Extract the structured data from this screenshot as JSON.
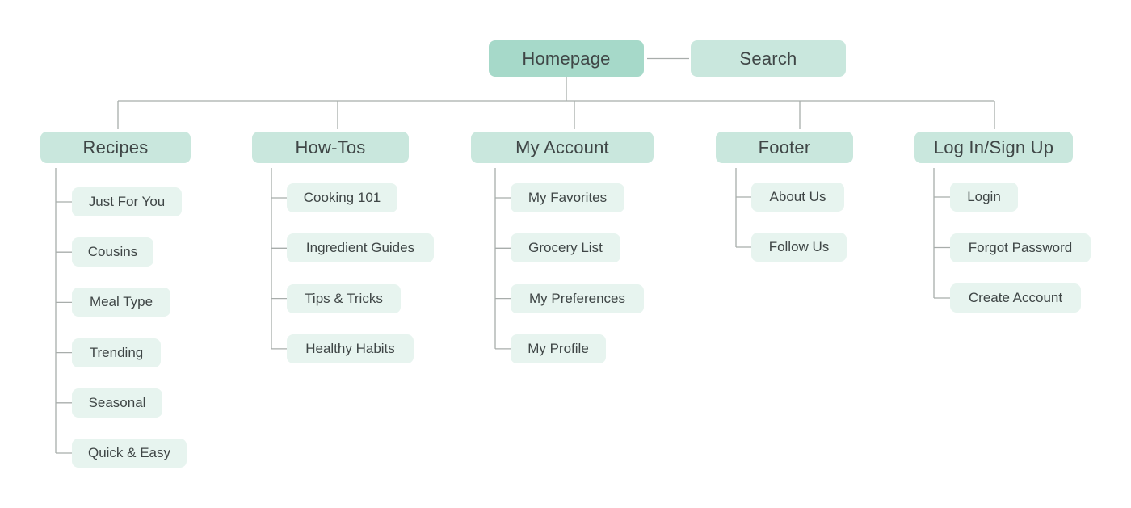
{
  "root": {
    "label": "Homepage"
  },
  "search": {
    "label": "Search"
  },
  "sections": [
    {
      "label": "Recipes",
      "items": [
        "Just For You",
        "Cousins",
        "Meal Type",
        "Trending",
        "Seasonal",
        "Quick & Easy"
      ]
    },
    {
      "label": "How-Tos",
      "items": [
        "Cooking 101",
        "Ingredient Guides",
        "Tips & Tricks",
        "Healthy Habits"
      ]
    },
    {
      "label": "My Account",
      "items": [
        "My Favorites",
        "Grocery List",
        "My Preferences",
        "My Profile"
      ]
    },
    {
      "label": "Footer",
      "items": [
        "About Us",
        "Follow Us"
      ]
    },
    {
      "label": "Log In/Sign Up",
      "items": [
        "Login",
        "Forgot Password",
        "Create Account"
      ]
    }
  ],
  "colors": {
    "root_fill": "#a6d9c9",
    "section_fill": "#c9e7dd",
    "leaf_fill": "#e7f4ef",
    "connector": "#a8adab",
    "text": "#3f4646"
  }
}
